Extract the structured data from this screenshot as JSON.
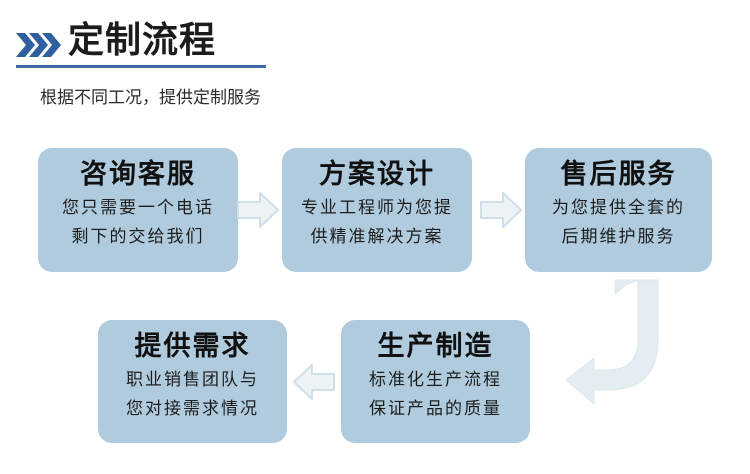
{
  "header": {
    "chevron_icon": "double-chevron-right-icon",
    "title": "定制流程",
    "subtitle": "根据不同工况，提供定制服务",
    "accent_color": "#3a6ba5"
  },
  "theme": {
    "box_fill": "#afcbdd",
    "arrow_fill": "#eef3f5",
    "arrow_stroke": "#cfdfe7",
    "title_color": "#111111",
    "page_background": "#ffffff"
  },
  "flow": {
    "steps": [
      {
        "id": "consult-service",
        "title": "咨询客服",
        "lines": [
          "您只需要一个电话",
          "剩下的交给我们"
        ]
      },
      {
        "id": "solution-design",
        "title": "方案设计",
        "lines": [
          "专业工程师为您提",
          "供精准解决方案"
        ]
      },
      {
        "id": "after-sales-service",
        "title": "售后服务",
        "lines": [
          "为您提供全套的",
          "后期维护服务"
        ]
      },
      {
        "id": "provide-requirements",
        "title": "提供需求",
        "lines": [
          "职业销售团队与",
          "您对接需求情况"
        ]
      },
      {
        "id": "production-manufacturing",
        "title": "生产制造",
        "lines": [
          "标准化生产流程",
          "保证产品的质量"
        ]
      }
    ],
    "connectors": [
      {
        "id": "consult-to-design",
        "icon": "arrow-right-icon"
      },
      {
        "id": "design-to-after-sales",
        "icon": "arrow-right-icon"
      },
      {
        "id": "production-to-requirements",
        "icon": "arrow-left-icon"
      },
      {
        "id": "after-sales-to-production",
        "icon": "arrow-u-turn-down-left-icon"
      }
    ]
  }
}
